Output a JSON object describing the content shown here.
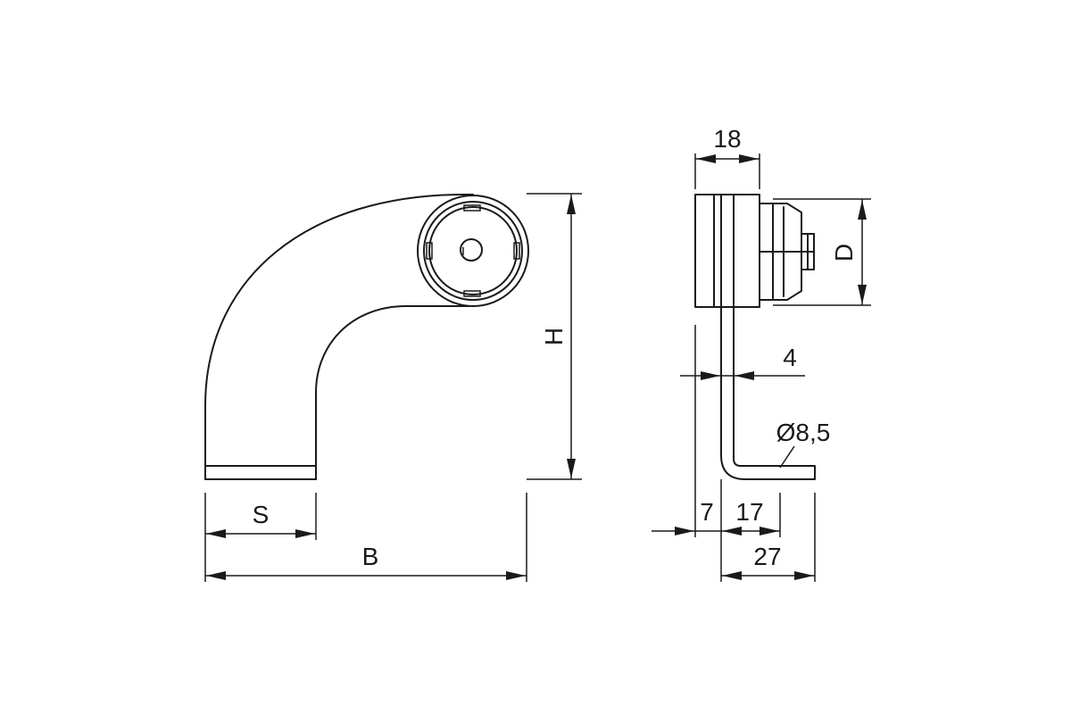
{
  "dimensions": {
    "side_width": "18",
    "diameter": "D",
    "thickness": "4",
    "hole": "Ø8,5",
    "height": "H",
    "socket": "S",
    "width": "B",
    "offset_a": "7",
    "offset_b": "17",
    "base": "27"
  }
}
